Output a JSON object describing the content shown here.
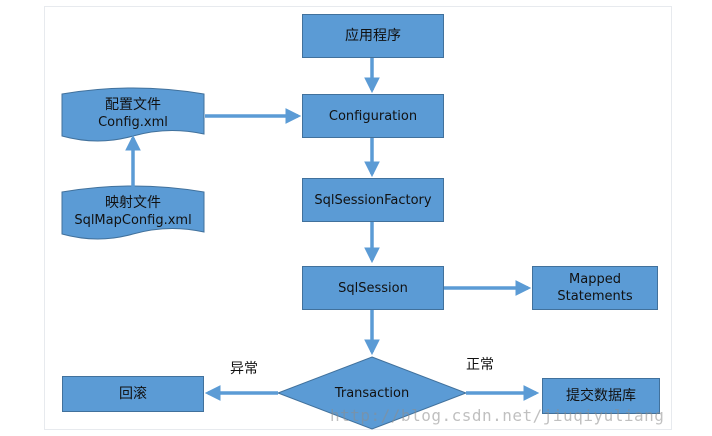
{
  "nodes": {
    "app": "应用程序",
    "configuration": "Configuration",
    "factory": "SqlSessionFactory",
    "session": "SqlSession",
    "mapped_line1": "Mapped",
    "mapped_line2": "Statements",
    "transaction": "Transaction",
    "rollback": "回滚",
    "commit": "提交数据库"
  },
  "documents": {
    "config_title": "配置文件",
    "config_file": "Config.xml",
    "mapping_title": "映射文件",
    "mapping_file": "SqlMapConfig.xml"
  },
  "edges": {
    "exception": "异常",
    "normal": "正常"
  },
  "watermark": "http://blog.csdn.net/jiuqiyuliang",
  "colors": {
    "box_fill": "#5b9bd5",
    "box_border": "#41719c",
    "arrow": "#5b9bd5"
  }
}
